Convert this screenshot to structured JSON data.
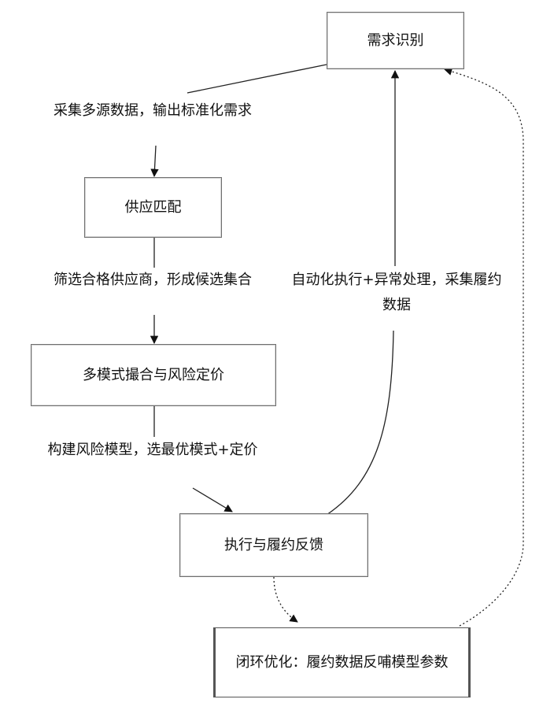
{
  "nodes": {
    "demand": "需求识别",
    "supply": "供应匹配",
    "pricing": "多模式撮合与风险定价",
    "execution": "执行与履约反馈",
    "optimization": "闭环优化：履约数据反哺模型参数"
  },
  "edges": {
    "demand_to_supply": "采集多源数据，输出标准化需求",
    "supply_to_pricing": "筛选合格供应商，形成候选集合",
    "pricing_to_execution": "构建风险模型，选最优模式+定价",
    "execution_to_demand": "自动化执行+异常处理，采集履约数据"
  }
}
